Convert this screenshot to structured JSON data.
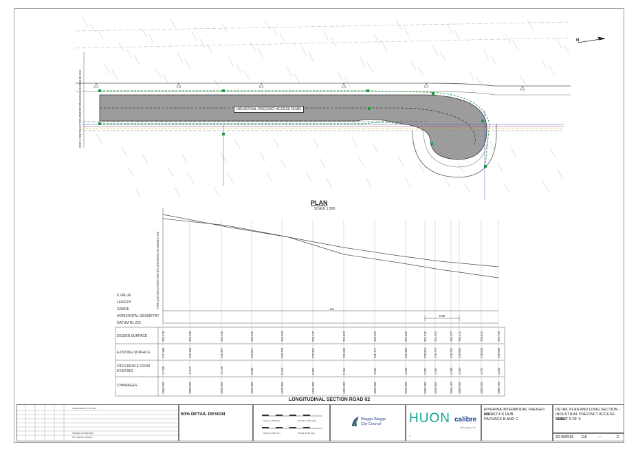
{
  "plan": {
    "title": "PLAN",
    "scale": "SCALE 1:500",
    "road_label": "INDUSTRIAL PRECINCT ACCESS ROAD",
    "continuation_ref": "FOR CONTINUATION REFER DRAWING 20-000515-103",
    "north_label": "N"
  },
  "section": {
    "title": "LONGITUDINAL SECTION ROAD 02",
    "continuation_ref": "FOR CONTINUATION REFER DRAWING 20-000515-109",
    "grade_label": "-1%",
    "geometry_label": "R45",
    "row_labels": {
      "kvalue": "K VALUE",
      "length": "LENGTH",
      "grade": "GRADE",
      "horizontal": "HORIZONTAL GEOMETRY",
      "datum": "DATUM RL 222",
      "design": "DESIGN SURFACE",
      "existing": "EXISTING SURFACE",
      "difference": "DIFFERENCE FROM EXISTING",
      "chainages": "CHAINAGES"
    },
    "columns": [
      {
        "design": "236.429",
        "existing": "237.188",
        "difference": "-0.759",
        "chainage": "1360.000"
      },
      {
        "design": "235.620",
        "existing": "236.169",
        "difference": "-0.547",
        "chainage": "1380.000"
      },
      {
        "design": "235.220",
        "existing": "235.367",
        "difference": "-0.146",
        "chainage": "1400.000"
      },
      {
        "design": "234.622",
        "existing": "234.511",
        "difference": "0.090",
        "chainage": "1420.000"
      },
      {
        "design": "234.023",
        "existing": "233.709",
        "difference": "0.313",
        "chainage": "1440.000"
      },
      {
        "design": "233.422",
        "existing": "232.901",
        "difference": "0.521",
        "chainage": "1460.000"
      },
      {
        "design": "232.822",
        "existing": "231.658",
        "difference": "0.164",
        "chainage": "1480.000"
      },
      {
        "design": "232.222",
        "existing": "231.171",
        "difference": "1.051",
        "chainage": "1500.000"
      },
      {
        "design": "231.622",
        "existing": "230.390",
        "difference": "1.232",
        "chainage": "1520.000"
      },
      {
        "design": "231.240",
        "existing": "229.919",
        "difference": "1.321",
        "chainage": "1532.655"
      },
      {
        "design": "231.022",
        "existing": "229.770",
        "difference": "1.252",
        "chainage": "1540.000"
      },
      {
        "design": "230.537",
        "existing": "229.202",
        "difference": "1.335",
        "chainage": "1556.163"
      },
      {
        "design": "230.422",
        "existing": "229.082",
        "difference": "1.340",
        "chainage": "1560.000"
      },
      {
        "design": "229.822",
        "existing": "228.548",
        "difference": "1.274",
        "chainage": "1580.000"
      },
      {
        "design": "229.749",
        "existing": "228.506",
        "difference": "1.243",
        "chainage": "1582.766"
      }
    ]
  },
  "title_block": {
    "revision_header": "AMENDMENTS / STATUS",
    "revisions": [
      "ISSUED FOR REVIEW",
      "50% DETAIL DESIGN"
    ],
    "status": "50% DETAIL DESIGN",
    "scale_a": "SCALE 1:500 (A1)",
    "scale_b": "SCALE 1:1000 (A3)",
    "scale_c": "SCALE 1:250 (A1)",
    "scale_d": "SCALE 1:500 (A3)",
    "client_line1": "Wagga Wagga",
    "client_line2": "City Council",
    "consultant": "HUON",
    "consultant2": "calibre",
    "website": "calibregroup.com",
    "project_line1": "RIVERINA INTERMODAL FREIGHT AND",
    "project_line2": "LOGISTICS HUB",
    "project_line3": "PACKAGE B AND C",
    "drawing_line1": "DETAIL PLAN AND LONG SECTION -",
    "drawing_line2": "INDUSTRIAL PRECINCT ACCESS ROAD",
    "drawing_line3": "SHEET 5 OF 5",
    "drawing_no": "20-000515",
    "sheet_no": "110",
    "dash": "—",
    "revision": "C",
    "copyright": "©"
  },
  "colors": {
    "road_fill": "#9c9c9c",
    "green": "#1e9b3a",
    "water": "#3a55d0",
    "sewer": "#c0392b",
    "gas": "#d9a21b"
  }
}
